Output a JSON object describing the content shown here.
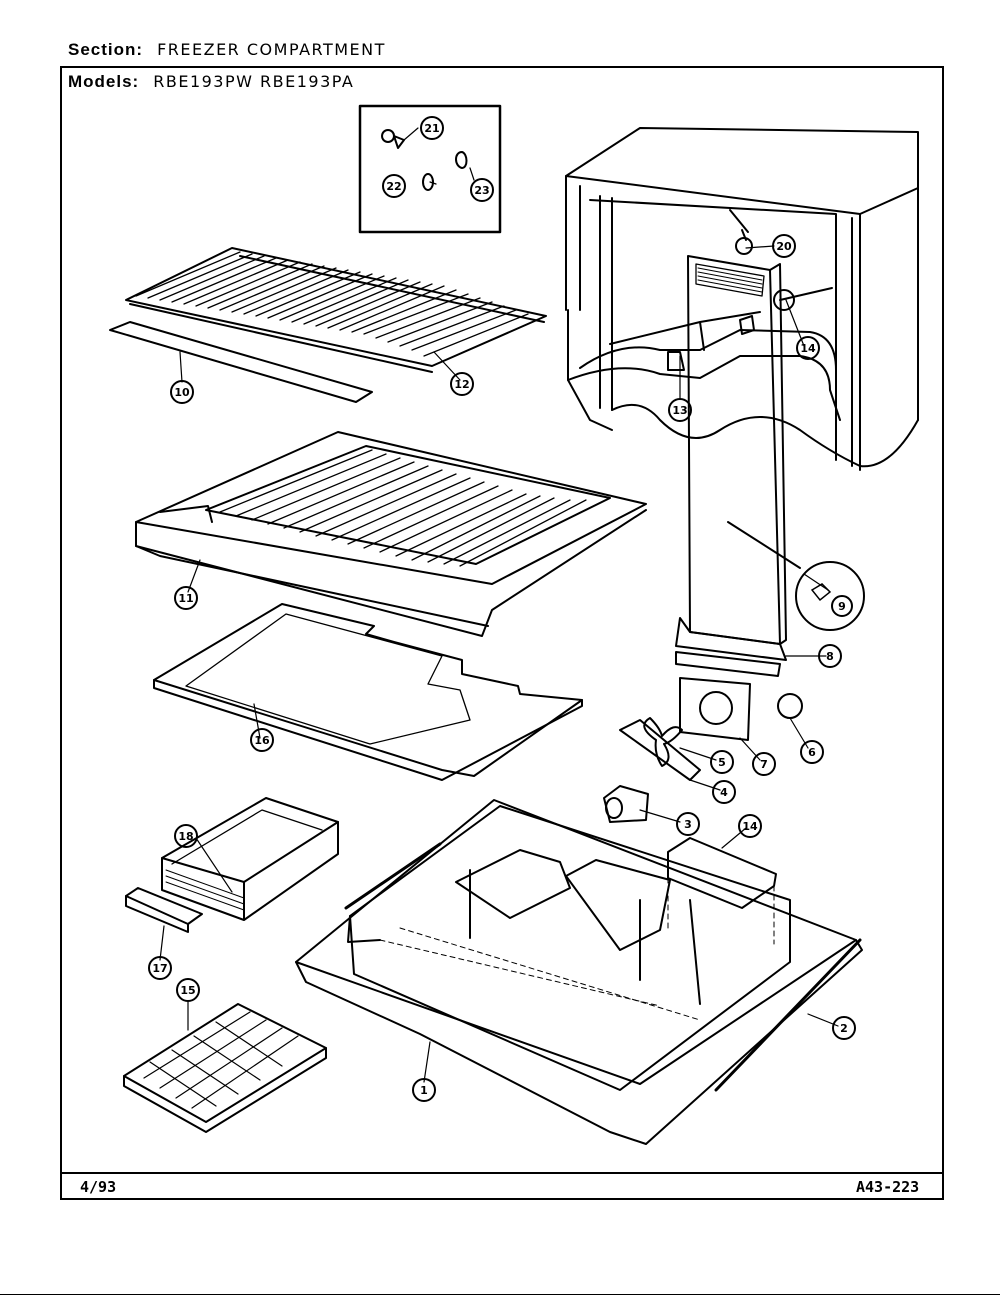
{
  "header": {
    "section_label": "Section:",
    "section_value": "FREEZER COMPARTMENT",
    "models_label": "Models:",
    "models_value": "RBE193PW  RBE193PA"
  },
  "footer": {
    "date": "4/93",
    "code": "A43-223"
  },
  "callouts": [
    "21",
    "22",
    "23",
    "20",
    "14",
    "13",
    "10",
    "12",
    "11",
    "9",
    "8",
    "16",
    "7",
    "6",
    "5",
    "4",
    "18",
    "3",
    "14",
    "17",
    "2",
    "15",
    "1"
  ]
}
